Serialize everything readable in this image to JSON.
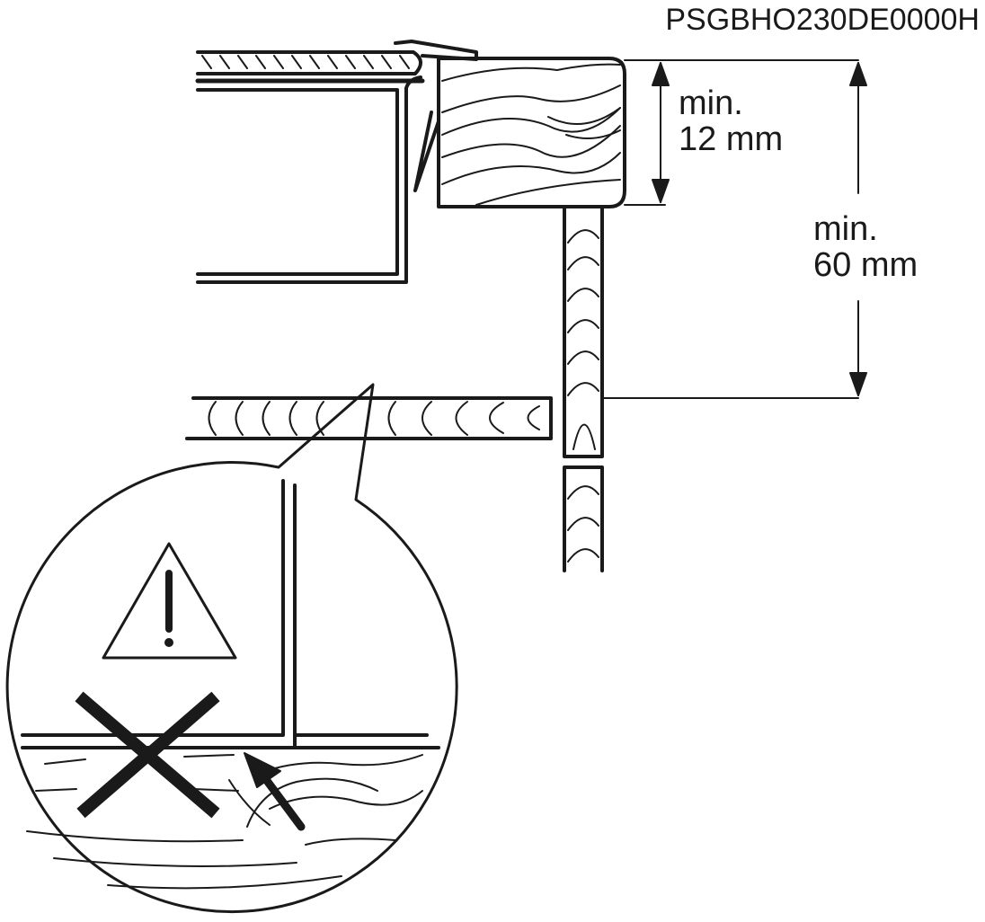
{
  "diagram_code": "PSGBHO230DE0000H",
  "dimensions": {
    "small": {
      "line1": "min.",
      "line2": "12 mm"
    },
    "large": {
      "line1": "min.",
      "line2": "60 mm"
    }
  },
  "colors": {
    "stroke": "#1a1a1a",
    "background": "#ffffff"
  }
}
